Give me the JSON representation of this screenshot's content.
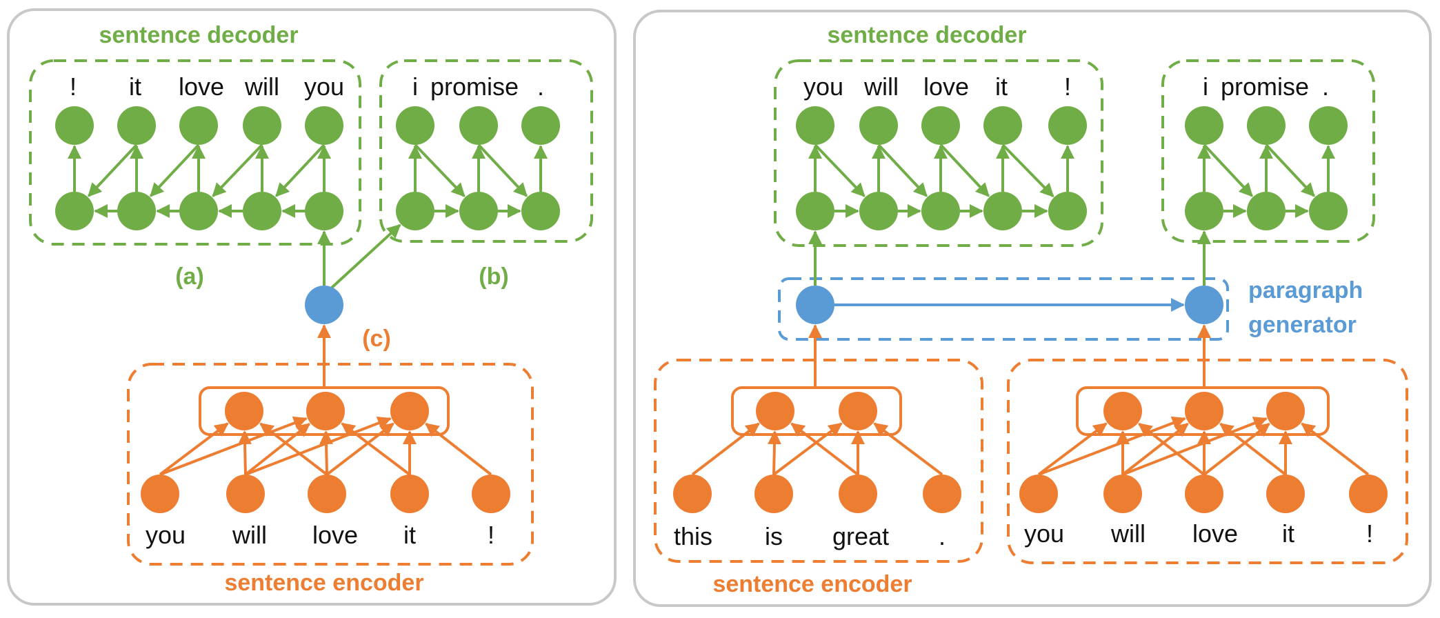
{
  "colors": {
    "green": "#70ad47",
    "orange": "#ed7d31",
    "blue": "#5b9bd5",
    "panel_border": "#c8c8c8",
    "text": "#111111"
  },
  "left_panel": {
    "decoder_title": "sentence decoder",
    "encoder_title": "sentence encoder",
    "label_a": "(a)",
    "label_b": "(b)",
    "label_c": "(c)",
    "decoder_a_words": [
      "!",
      "it",
      "love",
      "will",
      "you"
    ],
    "decoder_b_words": [
      "i",
      "promise",
      "."
    ],
    "encoder_words": [
      "you",
      "will",
      "love",
      "it",
      "!"
    ]
  },
  "right_panel": {
    "decoder_title": "sentence decoder",
    "encoder_title": "sentence encoder",
    "paragraph_title_line1": "paragraph",
    "paragraph_title_line2": "generator",
    "decoder_1_words": [
      "you",
      "will",
      "love",
      "it",
      "!"
    ],
    "decoder_2_words": [
      "i",
      "promise",
      "."
    ],
    "encoder_1_words": [
      "this",
      "is",
      "great",
      "."
    ],
    "encoder_2_words": [
      "you",
      "will",
      "love",
      "it",
      "!"
    ]
  }
}
